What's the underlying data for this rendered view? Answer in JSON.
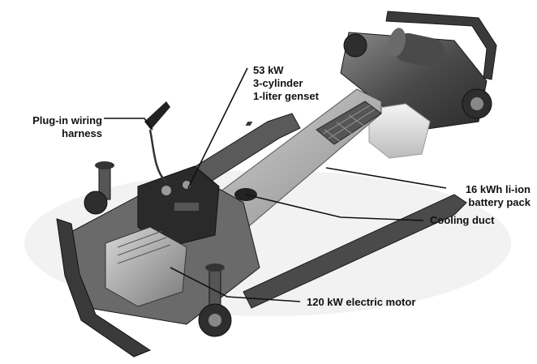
{
  "labels": {
    "plug_in_line1": "Plug-in wiring",
    "plug_in_line2": "harness",
    "genset_line1": "53 kW",
    "genset_line2": "3-cylinder",
    "genset_line3": "1-liter genset",
    "battery_line1": "16 kWh li-ion",
    "battery_line2": "battery pack",
    "cooling": "Cooling duct",
    "motor": "120 kW electric motor"
  },
  "colors": {
    "chassis_dark": "#2a2a2a",
    "chassis_mid": "#6e6e6e",
    "chassis_light": "#cfcfcf",
    "battery_body": "#bdbdbd",
    "tank": "#e8e8e8",
    "leader": "#111111"
  }
}
